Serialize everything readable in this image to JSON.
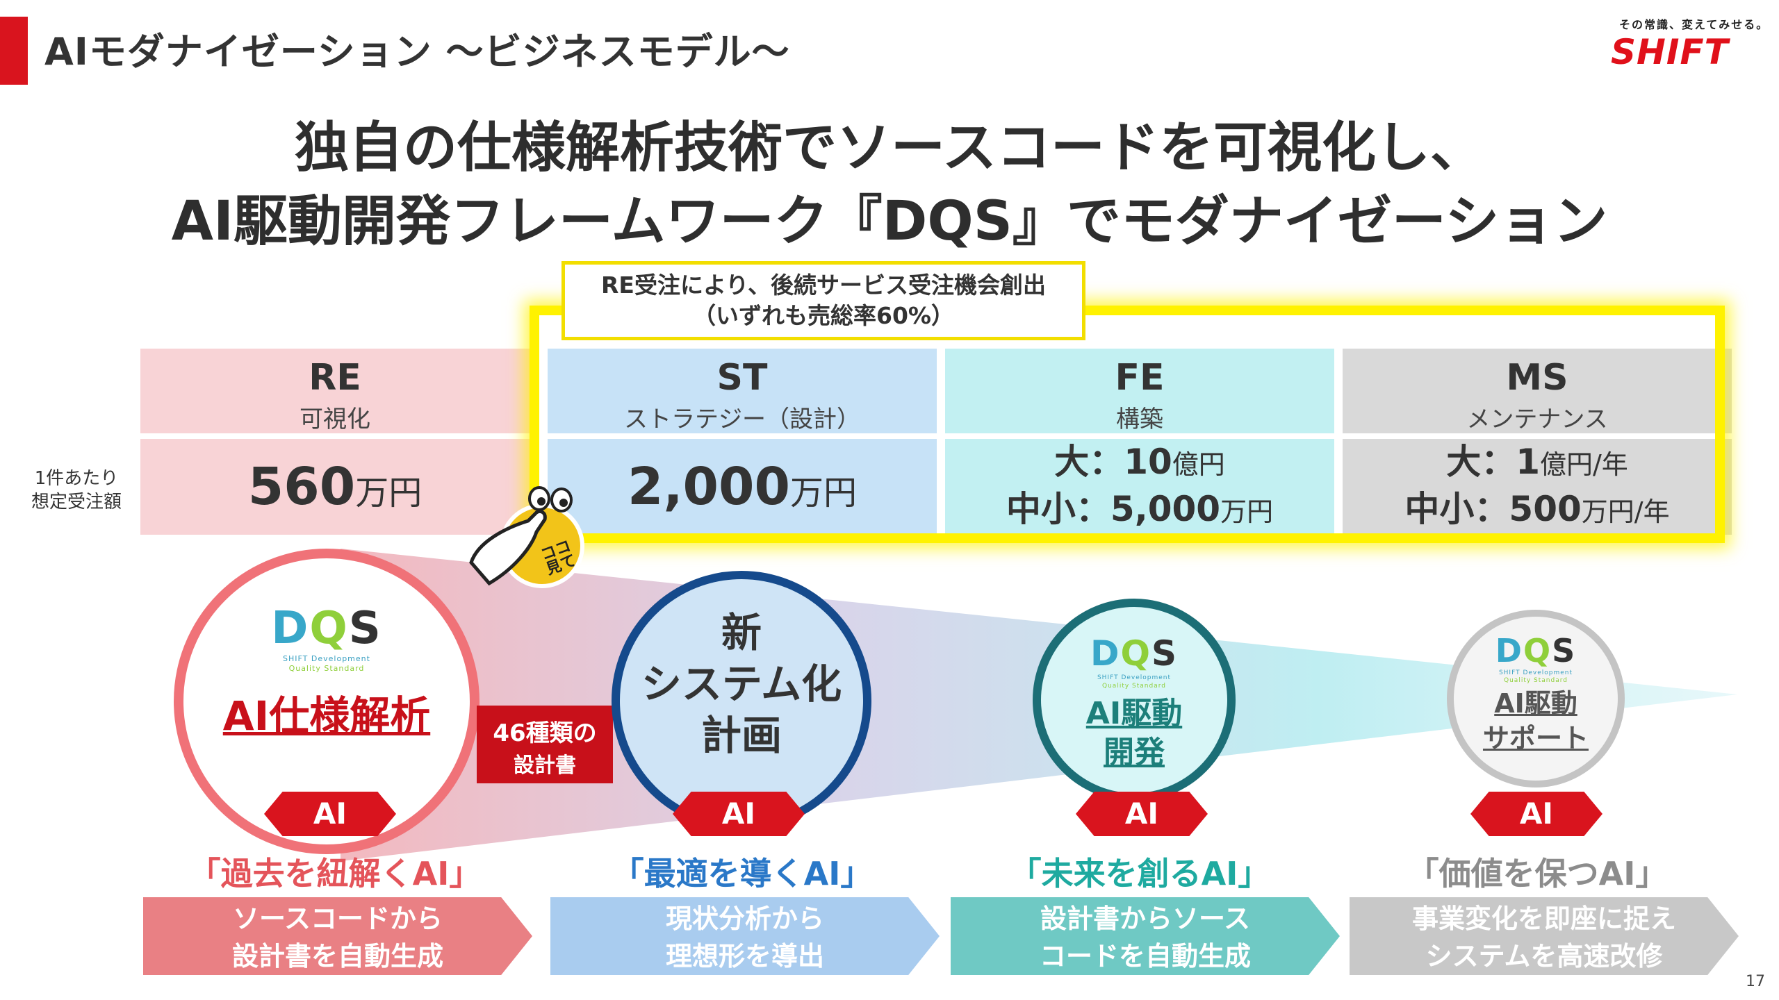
{
  "header": {
    "title": "AIモダナイゼーション ～ビジネスモデル～"
  },
  "logo": {
    "tagline": "その常識、変えてみせる。",
    "name": "SHIFT"
  },
  "headline": {
    "line1": "独自の仕様解析技術でソースコードを可視化し、",
    "line2": "AI駆動開発フレームワーク『DQS』でモダナイゼーション"
  },
  "callout": {
    "line1": "RE受注により、後続サービス受注機会創出",
    "line2": "（いずれも売総率60%）"
  },
  "per_order_label": {
    "line1": "1件あたり",
    "line2": "想定受注額"
  },
  "columns": [
    {
      "code": "RE",
      "name": "可視化",
      "amount": "560",
      "unit": "万円"
    },
    {
      "code": "ST",
      "name": "ストラテジー（設計）",
      "amount": "2,000",
      "unit": "万円"
    },
    {
      "code": "FE",
      "name": "構築",
      "large_label": "大：",
      "large_amount": "10",
      "large_unit": "億円",
      "small_label": "中小：",
      "small_amount": "5,000",
      "small_unit": "万円"
    },
    {
      "code": "MS",
      "name": "メンテナンス",
      "large_label": "大：",
      "large_amount": "1",
      "large_unit": "億円/年",
      "small_label": "中小：",
      "small_amount": "500",
      "small_unit": "万円/年"
    }
  ],
  "point_sticker": {
    "text": "ココ見て"
  },
  "design_docs": {
    "line1": "46種類の",
    "line2": "設計書"
  },
  "circles": [
    {
      "logo": "DQS",
      "logo_sub1": "SHIFT Development",
      "logo_sub2": "Quality Standard",
      "title": "AI仕様解析",
      "badge": "AI",
      "tag": "「過去を紐解くAI」",
      "arrow_line1": "ソースコードから",
      "arrow_line2": "設計書を自動生成"
    },
    {
      "title_line1": "新",
      "title_line2": "システム化",
      "title_line3": "計画",
      "badge": "AI",
      "tag": "「最適を導くAI」",
      "arrow_line1": "現状分析から",
      "arrow_line2": "理想形を導出"
    },
    {
      "logo": "DQS",
      "logo_sub1": "SHIFT Development",
      "logo_sub2": "Quality Standard",
      "title_line1": "AI駆動",
      "title_line2": "開発",
      "badge": "AI",
      "tag": "「未来を創るAI」",
      "arrow_line1": "設計書からソース",
      "arrow_line2": "コードを自動生成"
    },
    {
      "logo": "DQS",
      "logo_sub1": "SHIFT Development",
      "logo_sub2": "Quality Standard",
      "title_line1": "AI駆動",
      "title_line2": "サポート",
      "badge": "AI",
      "tag": "「価値を保つAI」",
      "arrow_line1": "事業変化を即座に捉え",
      "arrow_line2": "システムを高速改修"
    }
  ],
  "colors": {
    "red": "#d9141e",
    "highlight": "#fff200",
    "blue": "#1b4f8c",
    "teal": "#1c8b86",
    "gray": "#9a9a9a"
  },
  "page_number": "17"
}
